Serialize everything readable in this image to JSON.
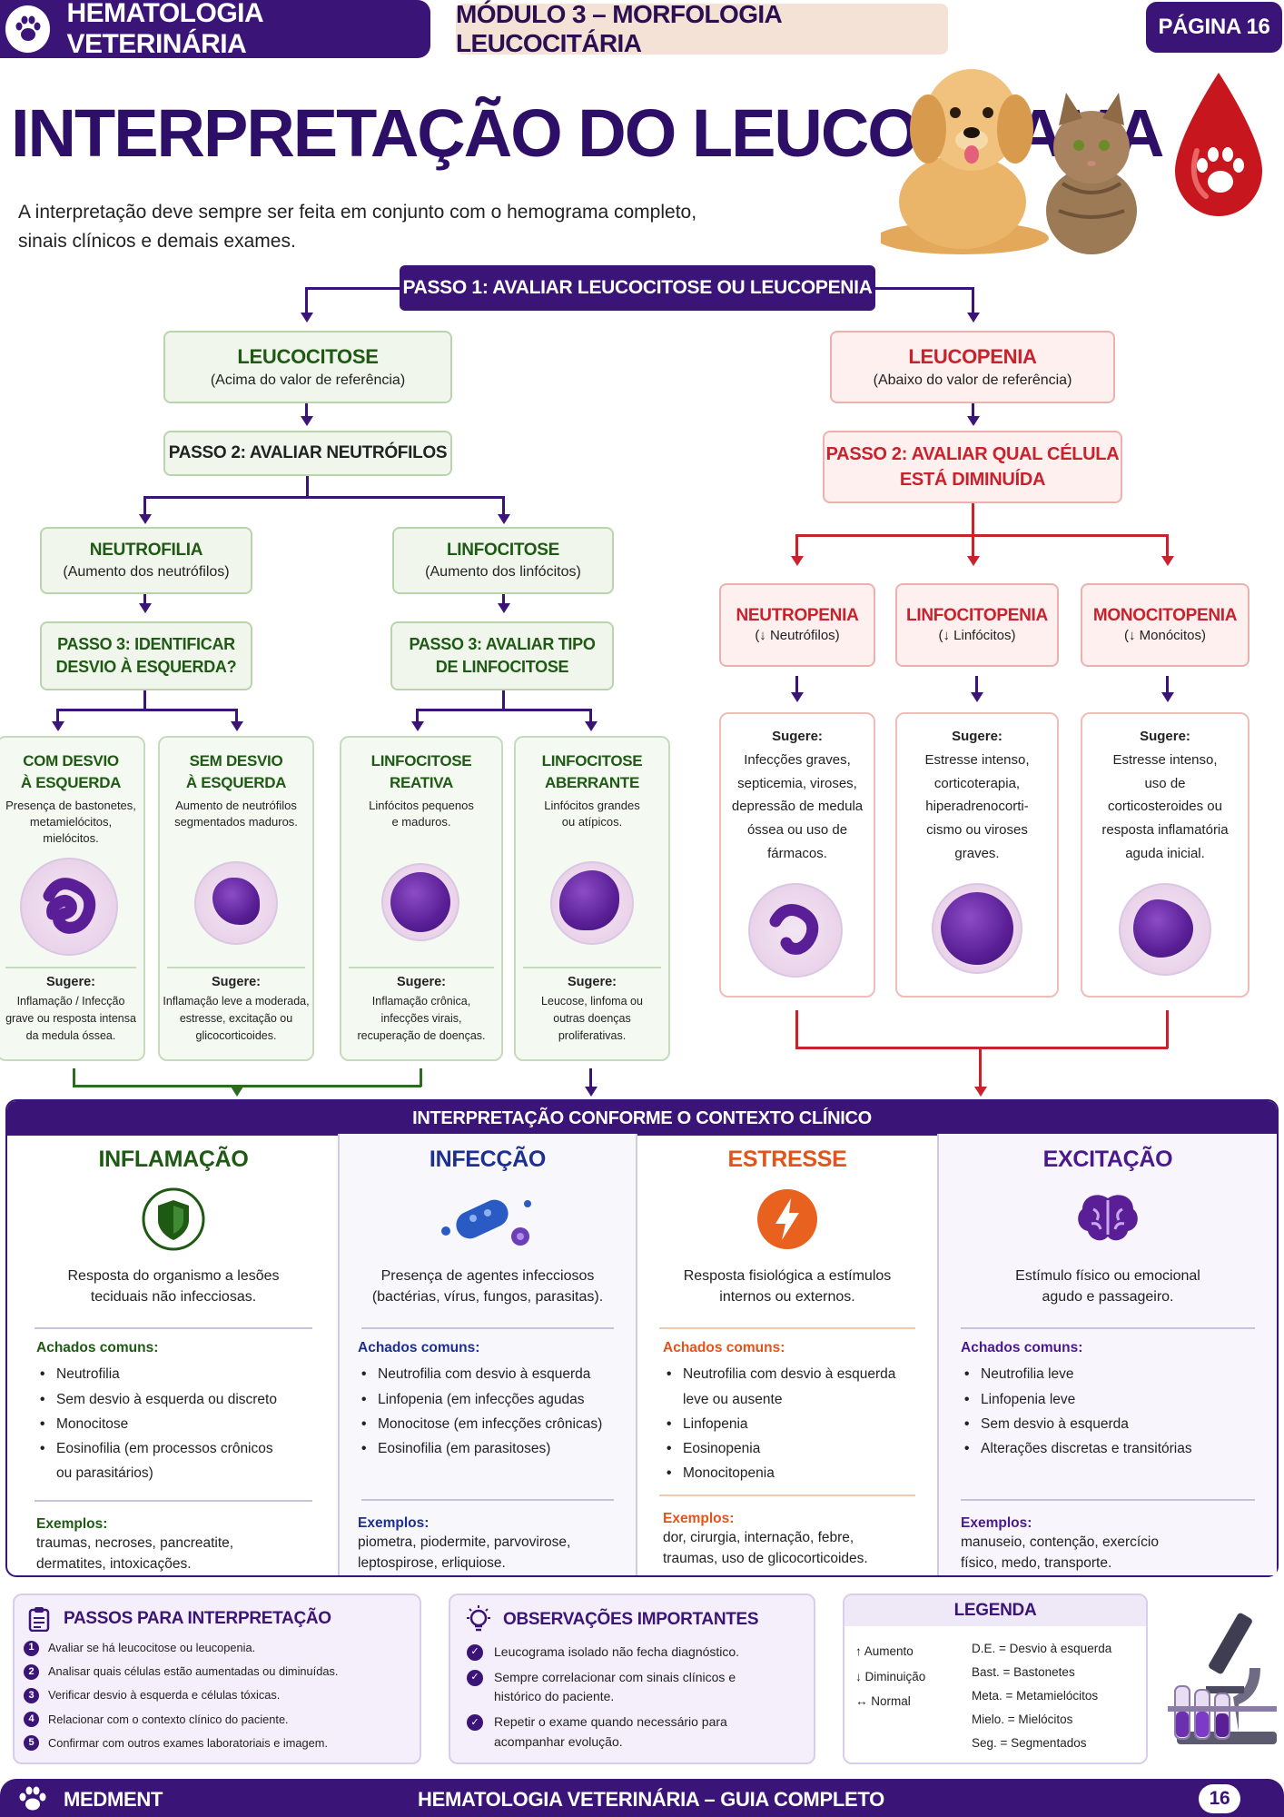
{
  "header": {
    "course": "HEMATOLOGIA VETERINÁRIA",
    "module": "MÓDULO 3 – MORFOLOGIA LEUCOCITÁRIA",
    "page": "PÁGINA 16"
  },
  "title": "INTERPRETAÇÃO DO LEUCOGRAMA",
  "intro": [
    "A interpretação deve sempre ser feita em conjunto com o hemograma completo,",
    "sinais clínicos e demais exames."
  ],
  "step1": "PASSO 1: AVALIAR LEUCOCITOSE OU LEUCOPENIA",
  "leucocitose": {
    "title": "LEUCOCITOSE",
    "sub": "(Acima do valor de referência)"
  },
  "leucopenia": {
    "title": "LEUCOPENIA",
    "sub": "(Abaixo do valor de referência)"
  },
  "step2_left": "PASSO 2: AVALIAR NEUTRÓFILOS",
  "step2_right": [
    "PASSO 2: AVALIAR QUAL CÉLULA",
    "ESTÁ DIMINUÍDA"
  ],
  "neutrofilia": {
    "title": "NEUTROFILIA",
    "sub": "(Aumento dos neutrófilos)"
  },
  "linfocitose": {
    "title": "LINFOCITOSE",
    "sub": "(Aumento dos linfócitos)"
  },
  "step3_left": [
    "PASSO 3: IDENTIFICAR",
    "DESVIO À ESQUERDA?"
  ],
  "step3_right": [
    "PASSO 3: AVALIAR TIPO",
    "DE LINFOCITOSE"
  ],
  "green_cards": [
    {
      "title": [
        "COM DESVIO",
        "À ESQUERDA"
      ],
      "desc": [
        "Presença de bastonetes,",
        "metamielócitos,",
        "mielócitos."
      ],
      "sug": "Sugere:",
      "sugt": [
        "Inflamação / Infecção",
        "grave ou resposta intensa",
        "da medula óssea."
      ]
    },
    {
      "title": [
        "SEM DESVIO",
        "À ESQUERDA"
      ],
      "desc": [
        "Aumento de neutrófilos",
        "segmentados maduros."
      ],
      "sug": "Sugere:",
      "sugt": [
        "Inflamação leve a moderada,",
        "estresse, excitação ou",
        "glicocorticoides."
      ]
    },
    {
      "title": [
        "LINFOCITOSE",
        "REATIVA"
      ],
      "desc": [
        "Linfócitos pequenos",
        "e maduros."
      ],
      "sug": "Sugere:",
      "sugt": [
        "Inflamação crônica,",
        "infecções virais,",
        "recuperação de doenças."
      ]
    },
    {
      "title": [
        "LINFOCITOSE",
        "ABERRANTE"
      ],
      "desc": [
        "Linfócitos grandes",
        "ou atípicos."
      ],
      "sug": "Sugere:",
      "sugt": [
        "Leucose, linfoma ou",
        "outras doenças",
        "proliferativas."
      ]
    }
  ],
  "penias": [
    {
      "title": "NEUTROPENIA",
      "sub": "(↓ Neutrófilos)",
      "sug": "Sugere:",
      "text": [
        "Infecções graves,",
        "septicemia, viroses,",
        "depressão de medula",
        "óssea ou uso de",
        "fármacos."
      ]
    },
    {
      "title": "LINFOCITOPENIA",
      "sub": "(↓ Linfócitos)",
      "sug": "Sugere:",
      "text": [
        "Estresse intenso,",
        "corticoterapia,",
        "hiperadrenocorti-",
        "cismo ou viroses",
        "graves."
      ]
    },
    {
      "title": "MONOCITOPENIA",
      "sub": "(↓ Monócitos)",
      "sug": "Sugere:",
      "text": [
        "Estresse intenso,",
        "uso de",
        "corticosteroides ou",
        "resposta inflamatória",
        "aguda inicial."
      ]
    }
  ],
  "context": {
    "header": "INTERPRETAÇÃO CONFORME O CONTEXTO CLÍNICO",
    "achados_label": "Achados comuns:",
    "exemplos_label": "Exemplos:",
    "cols": [
      {
        "title": "INFLAMAÇÃO",
        "color": "#1f5a14",
        "desc": [
          "Resposta do organismo a lesões",
          "teciduais não infecciosas."
        ],
        "items": [
          "Neutrofilia",
          "Sem desvio à esquerda ou discreto",
          "Monocitose",
          "Eosinofilia (em processos crônicos",
          "ou parasitários)"
        ],
        "ex": [
          "traumas, necroses, pancreatite,",
          "dermatites, intoxicações."
        ]
      },
      {
        "title": "INFECÇÃO",
        "color": "#1d2f8f",
        "desc": [
          "Presença de agentes infecciosos",
          "(bactérias, vírus, fungos, parasitas)."
        ],
        "items": [
          "Neutrofilia com desvio à esquerda",
          "Linfopenia (em infecções agudas",
          "Monocitose (em infecções crônicas)",
          "Eosinofilia (em parasitoses)"
        ],
        "ex": [
          "piometra, piodermite, parvovirose,",
          "leptospirose, erliquiose."
        ]
      },
      {
        "title": "ESTRESSE",
        "color": "#e1541a",
        "desc": [
          "Resposta fisiológica a estímulos",
          "internos ou externos."
        ],
        "items": [
          "Neutrofilia com desvio à esquerda",
          "leve ou ausente",
          "Linfopenia",
          "Eosinopenia",
          "Monocitopenia"
        ],
        "ex": [
          "dor, cirurgia, internação, febre,",
          "traumas, uso de glicocorticoides."
        ]
      },
      {
        "title": "EXCITAÇÃO",
        "color": "#4a1a8c",
        "desc": [
          "Estímulo físico ou emocional",
          "agudo e passageiro."
        ],
        "items": [
          "Neutrofilia leve",
          "Linfopenia leve",
          "Sem desvio à esquerda",
          "Alterações discretas e transitórias"
        ],
        "ex": [
          "manuseio, contenção, exercício",
          "físico, medo, transporte."
        ]
      }
    ]
  },
  "passos": {
    "title": "PASSOS PARA INTERPRETAÇÃO",
    "items": [
      "Avaliar se há leucocitose ou leucopenia.",
      "Analisar quais células estão aumentadas ou diminuídas.",
      "Verificar desvio à esquerda e células tóxicas.",
      "Relacionar com o contexto clínico do paciente.",
      "Confirmar com outros exames laboratoriais e imagem."
    ],
    "nums": [
      "1",
      "2",
      "3",
      "4",
      "5"
    ]
  },
  "obs": {
    "title": "OBSERVAÇÕES IMPORTANTES",
    "items": [
      [
        "Leucograma isolado não fecha diagnóstico."
      ],
      [
        "Sempre correlacionar com sinais clínicos e",
        "histórico do paciente."
      ],
      [
        "Repetir o exame quando necessário para",
        "acompanhar evolução."
      ]
    ]
  },
  "legenda": {
    "title": "LEGENDA",
    "symbols": [
      [
        "↑",
        "Aumento"
      ],
      [
        "↓",
        "Diminuição"
      ],
      [
        "↔",
        "Normal"
      ]
    ],
    "abbr": [
      "D.E. = Desvio à esquerda",
      "Bast. = Bastonetes",
      "Meta. = Metamielócitos",
      "Mielo. = Mielócitos",
      "Seg. = Segmentados"
    ]
  },
  "footer": {
    "brand": "MEDMENT",
    "title": "HEMATOLOGIA VETERINÁRIA – GUIA COMPLETO",
    "page": "16"
  }
}
